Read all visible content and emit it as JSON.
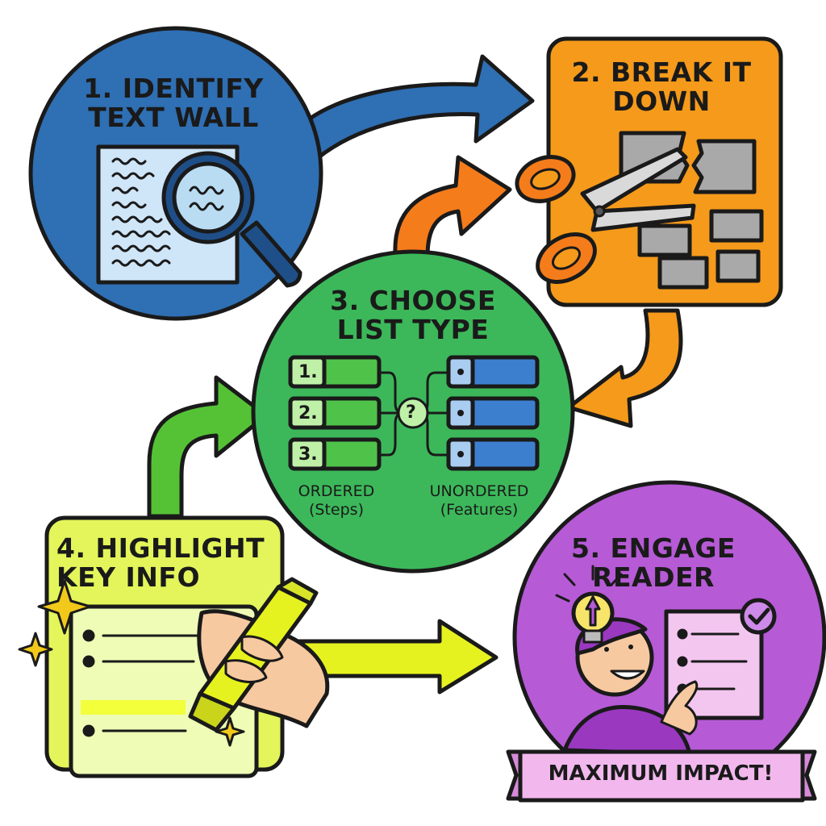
{
  "steps": {
    "identify": {
      "line1": "1. IDENTIFY",
      "line2": "TEXT WALL",
      "color": "#2f6fb3"
    },
    "break_down": {
      "line1": "2. BREAK IT",
      "line2": "DOWN",
      "color": "#f59a1b"
    },
    "choose": {
      "line1": "3. CHOOSE",
      "line2": "LIST TYPE",
      "color": "#3cb85a"
    },
    "highlight": {
      "line1": "4. HIGHLIGHT",
      "line2": "KEY INFO",
      "color": "#e3f55a"
    },
    "engage": {
      "line1": "5. ENGAGE",
      "line2": "READER",
      "color": "#b65ad6"
    }
  },
  "list_types": {
    "ordered_items": [
      "1.",
      "2.",
      "3."
    ],
    "ordered_label": "ORDERED",
    "ordered_sub": "(Steps)",
    "unordered_label": "UNORDERED",
    "unordered_sub": "(Features)",
    "question_mark": "?"
  },
  "banner": {
    "text": "MAXIMUM IMPACT!",
    "color": "#f2b8ee"
  },
  "icons": [
    "document-icon",
    "magnifier-icon",
    "scissors-icon",
    "highlighter-icon",
    "lightbulb-icon",
    "checkmark-icon",
    "sparkle-icon"
  ]
}
